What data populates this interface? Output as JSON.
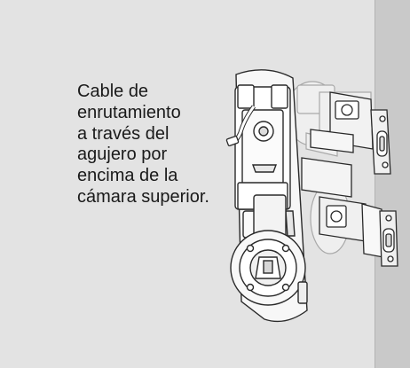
{
  "figure": {
    "callout_lines": [
      "Cable de",
      "enrutamiento",
      "a través del",
      "agujero por",
      "encima de la",
      "cámara superior."
    ]
  },
  "colors": {
    "background": "#e3e3e3",
    "door_edge": "#c9c9c9",
    "line_art": "#2a2a2a",
    "ghost_art": "#a9a9a9",
    "part_fill": "#ffffff"
  }
}
